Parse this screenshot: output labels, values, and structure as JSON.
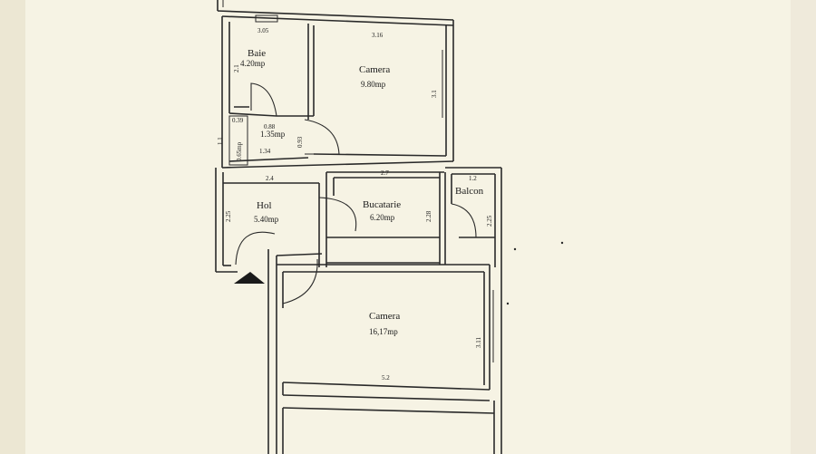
{
  "rooms": {
    "baie": {
      "name": "Baie",
      "area": "4.20mp"
    },
    "camera1": {
      "name": "Camera",
      "area": "9.80mp"
    },
    "hallway_small": {
      "area": "1.35mp"
    },
    "hol": {
      "name": "Hol",
      "area": "5.40mp"
    },
    "bucatarie": {
      "name": "Bucatarie",
      "area": "6.20mp"
    },
    "balcon": {
      "name": "Balcon"
    },
    "camera2": {
      "name": "Camera",
      "area": "16,17mp"
    }
  },
  "dimensions": {
    "d305": "3.05",
    "d316": "3.16",
    "d21": "2.1",
    "d31": "3.1",
    "d039": "0.39",
    "d065": "0.65mp",
    "d11": "1.1",
    "d088": "0.88",
    "d093": "0.93",
    "d134": "1.34",
    "d24": "2.4",
    "d27": "2.7",
    "d12": "1.2",
    "d225a": "2.25",
    "d228": "2.28",
    "d225b": "2.25",
    "d311": "3.11",
    "d52": "5.2"
  }
}
